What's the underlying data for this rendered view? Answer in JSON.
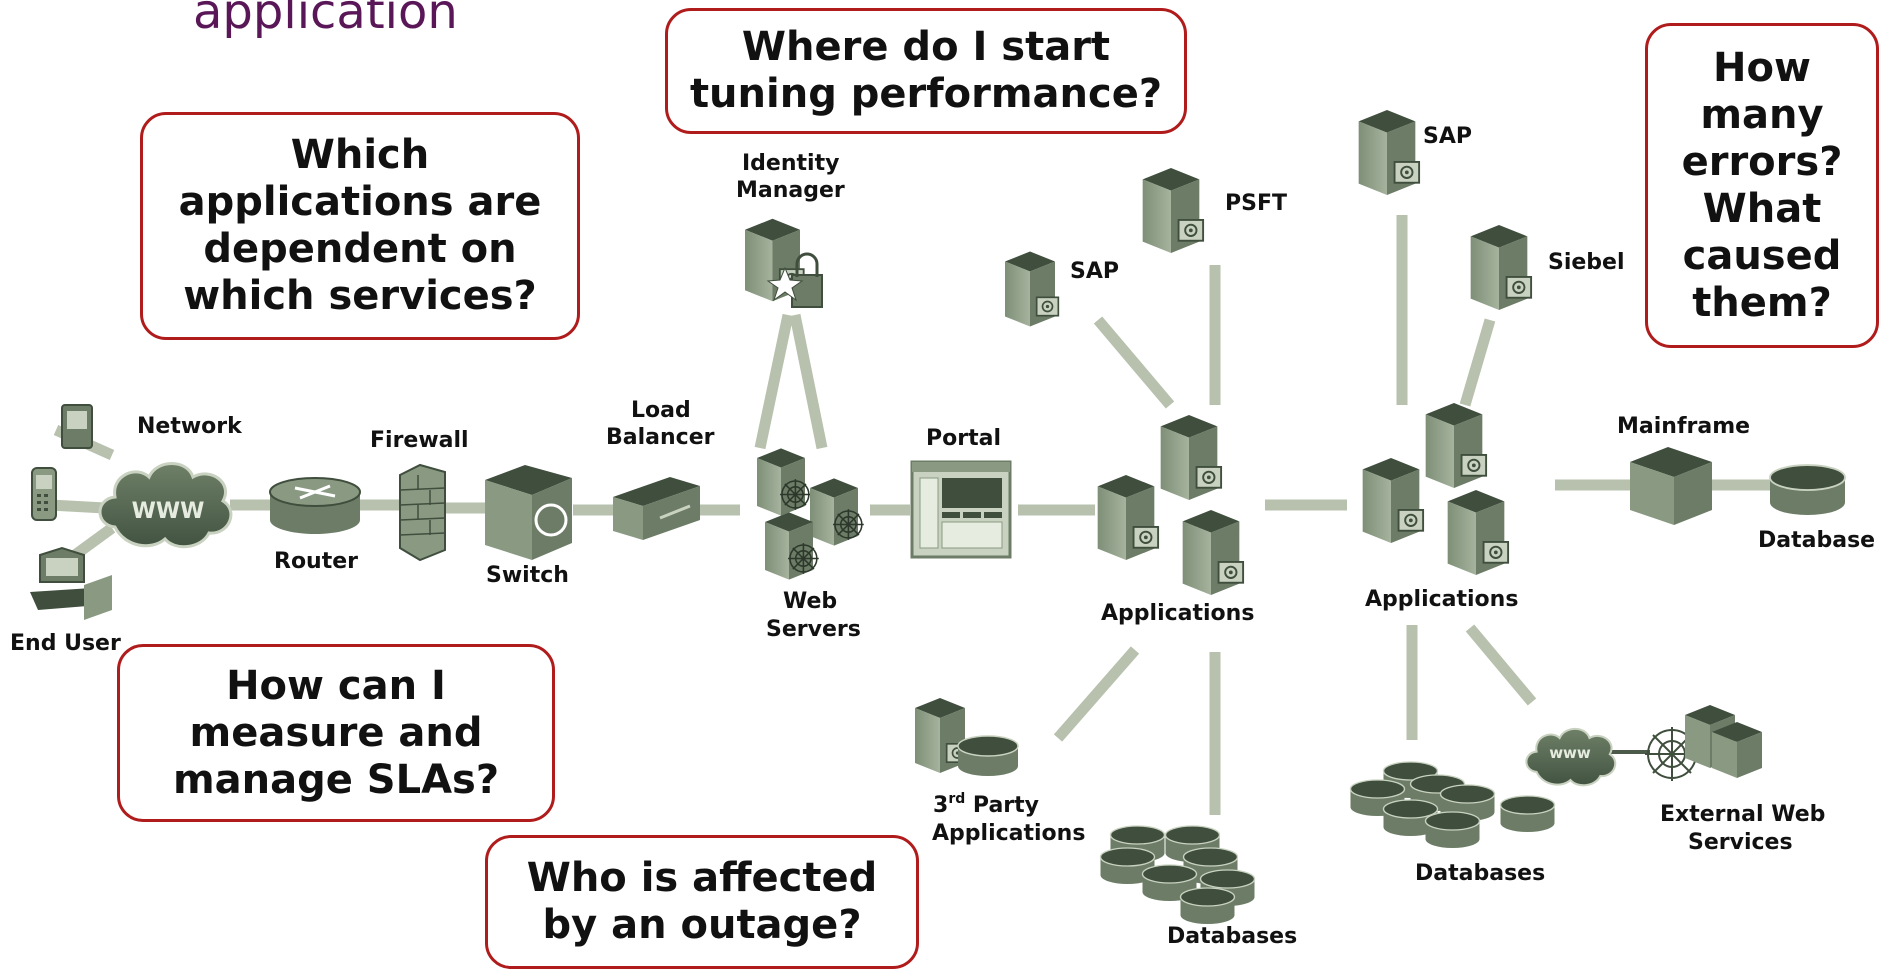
{
  "title_fragment": "application",
  "questions": {
    "tuning": "Where do I start\ntuning performance?",
    "dependency": "Which\napplications are\ndependent on\nwhich services?",
    "errors": "How\nmany\nerrors?\nWhat\ncaused\nthem?",
    "slas": "How can I\nmeasure and\nmanage SLAs?",
    "outage": "Who is affected\nby an outage?"
  },
  "nodes": {
    "network": "Network",
    "www": "WWW",
    "router": "Router",
    "end_user": "End User",
    "firewall": "Firewall",
    "switch": "Switch",
    "load_balancer_1": "Load",
    "load_balancer_2": "Balancer",
    "identity_1": "Identity",
    "identity_2": "Manager",
    "web_servers_1": "Web",
    "web_servers_2": "Servers",
    "portal": "Portal",
    "sap_1": "SAP",
    "psft": "PSFT",
    "applications_1": "Applications",
    "third_party_sup": "rd",
    "third_party_1_num": "3",
    "third_party_1_rest": " Party",
    "third_party_2": "Applications",
    "databases_1": "Databases",
    "sap_2": "SAP",
    "siebel": "Siebel",
    "applications_2": "Applications",
    "mainframe": "Mainframe",
    "database": "Database",
    "databases_2": "Databases",
    "external_www": "www",
    "external_1": "External Web",
    "external_2": "Services"
  },
  "colors": {
    "box_border": "#b01c1c",
    "title": "#5a1758",
    "connector": "#b7c1ad",
    "device_dark": "#3f4e3d",
    "device_mid": "#8a9a82",
    "device_light": "#c9d2c0"
  }
}
